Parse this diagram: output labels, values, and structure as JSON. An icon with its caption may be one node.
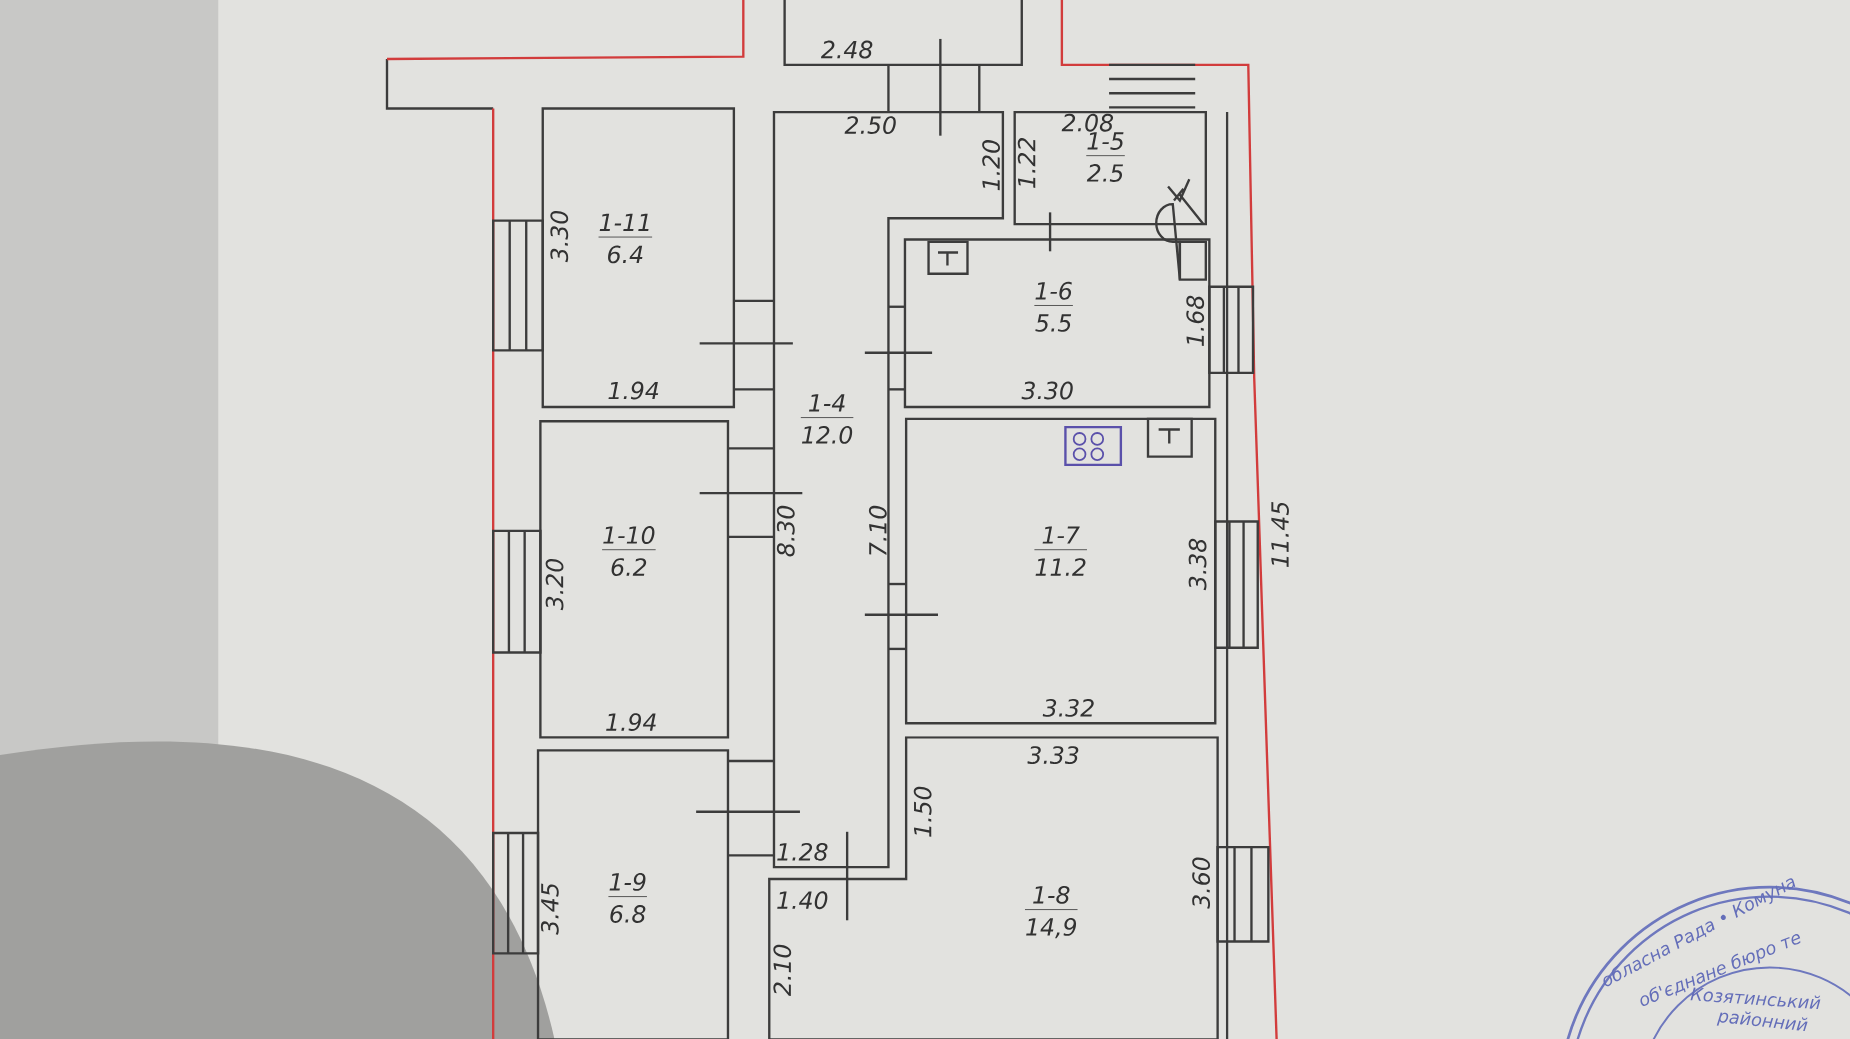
{
  "diagram": {
    "nodes": [
      {
        "text": [
          "1-11",
          "6.4"
        ]
      },
      {
        "text": [
          "1-10",
          "6.2"
        ]
      },
      {
        "text": [
          "1-9",
          "6.8"
        ]
      },
      {
        "text": [
          "1-4",
          "12.0"
        ]
      },
      {
        "text": [
          "1-5",
          "2.5"
        ]
      },
      {
        "text": [
          "1-6",
          "5.5"
        ]
      },
      {
        "text": [
          "1-7",
          "11.2"
        ]
      },
      {
        "text": [
          "1-8",
          "14,9"
        ]
      }
    ],
    "labels": [
      "2.48",
      "2.50",
      "1.20",
      "1.22",
      "2.08",
      "3.30",
      "1.94",
      "3.20",
      "1.94",
      "3.45",
      "8.30",
      "7.10",
      "1.68",
      "3.30",
      "3.38",
      "11.45",
      "3.32",
      "3.33",
      "1.50",
      "1.28",
      "1.40",
      "2.10",
      "3.60",
      "обласна Рада • Комуна",
      "об'єднане бюро те",
      "Козятинський",
      "районний"
    ]
  }
}
